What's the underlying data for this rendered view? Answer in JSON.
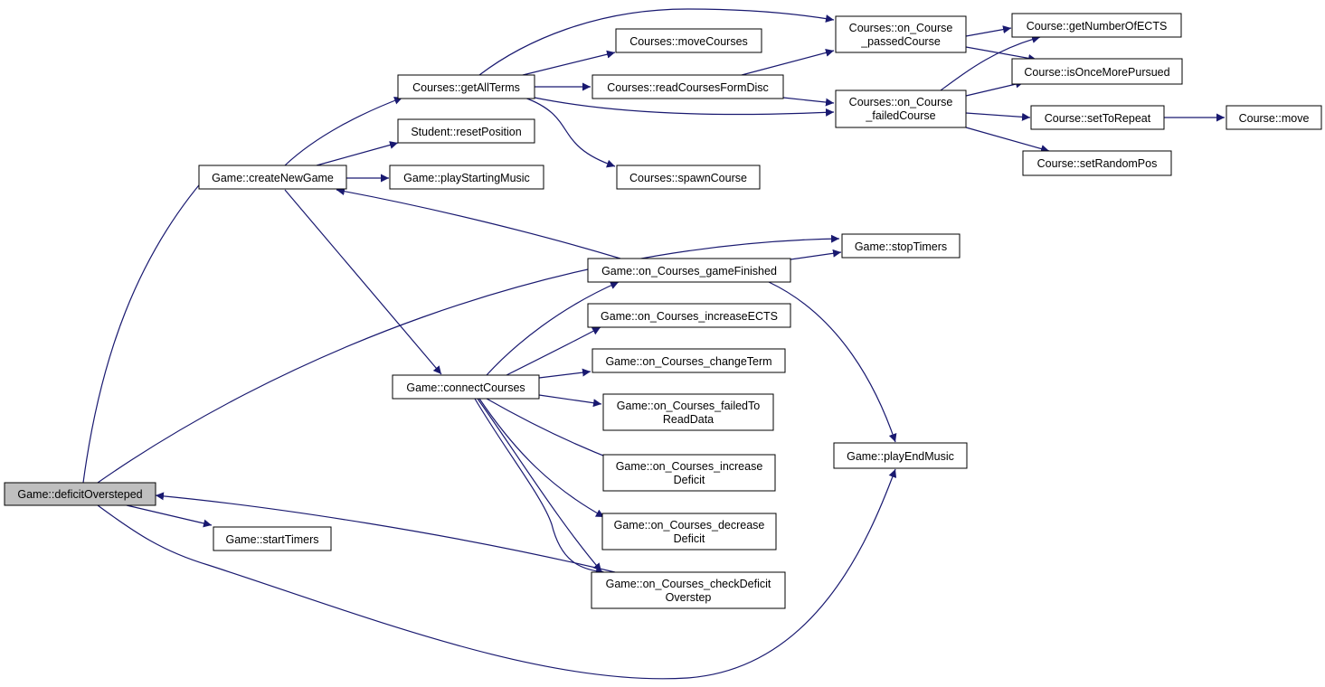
{
  "colors": {
    "edge": "#191970",
    "node_fill": "#ffffff",
    "root_fill": "#bfbfbf",
    "border": "#000000"
  },
  "nodes": {
    "deficitOversteped": [
      "Game::deficitOversteped"
    ],
    "createNewGame": [
      "Game::createNewGame"
    ],
    "startTimers": [
      "Game::startTimers"
    ],
    "getAllTerms": [
      "Courses::getAllTerms"
    ],
    "resetPosition": [
      "Student::resetPosition"
    ],
    "playStartingMusic": [
      "Game::playStartingMusic"
    ],
    "connectCourses": [
      "Game::connectCourses"
    ],
    "moveCourses": [
      "Courses::moveCourses"
    ],
    "readCoursesFormDisc": [
      "Courses::readCoursesFormDisc"
    ],
    "spawnCourse": [
      "Courses::spawnCourse"
    ],
    "gameFinished": [
      "Game::on_Courses_gameFinished"
    ],
    "increaseECTS": [
      "Game::on_Courses_increaseECTS"
    ],
    "changeTerm": [
      "Game::on_Courses_changeTerm"
    ],
    "failedToReadData": [
      "Game::on_Courses_failedTo",
      "ReadData"
    ],
    "increaseDeficit": [
      "Game::on_Courses_increase",
      "Deficit"
    ],
    "decreaseDeficit": [
      "Game::on_Courses_decrease",
      "Deficit"
    ],
    "checkDeficitOverstep": [
      "Game::on_Courses_checkDeficit",
      "Overstep"
    ],
    "passedCourse": [
      "Courses::on_Course",
      "_passedCourse"
    ],
    "failedCourse": [
      "Courses::on_Course",
      "_failedCourse"
    ],
    "stopTimers": [
      "Game::stopTimers"
    ],
    "playEndMusic": [
      "Game::playEndMusic"
    ],
    "getNumberOfECTS": [
      "Course::getNumberOfECTS"
    ],
    "isOnceMorePursued": [
      "Course::isOnceMorePursued"
    ],
    "setToRepeat": [
      "Course::setToRepeat"
    ],
    "setRandomPos": [
      "Course::setRandomPos"
    ],
    "move": [
      "Course::move"
    ]
  }
}
